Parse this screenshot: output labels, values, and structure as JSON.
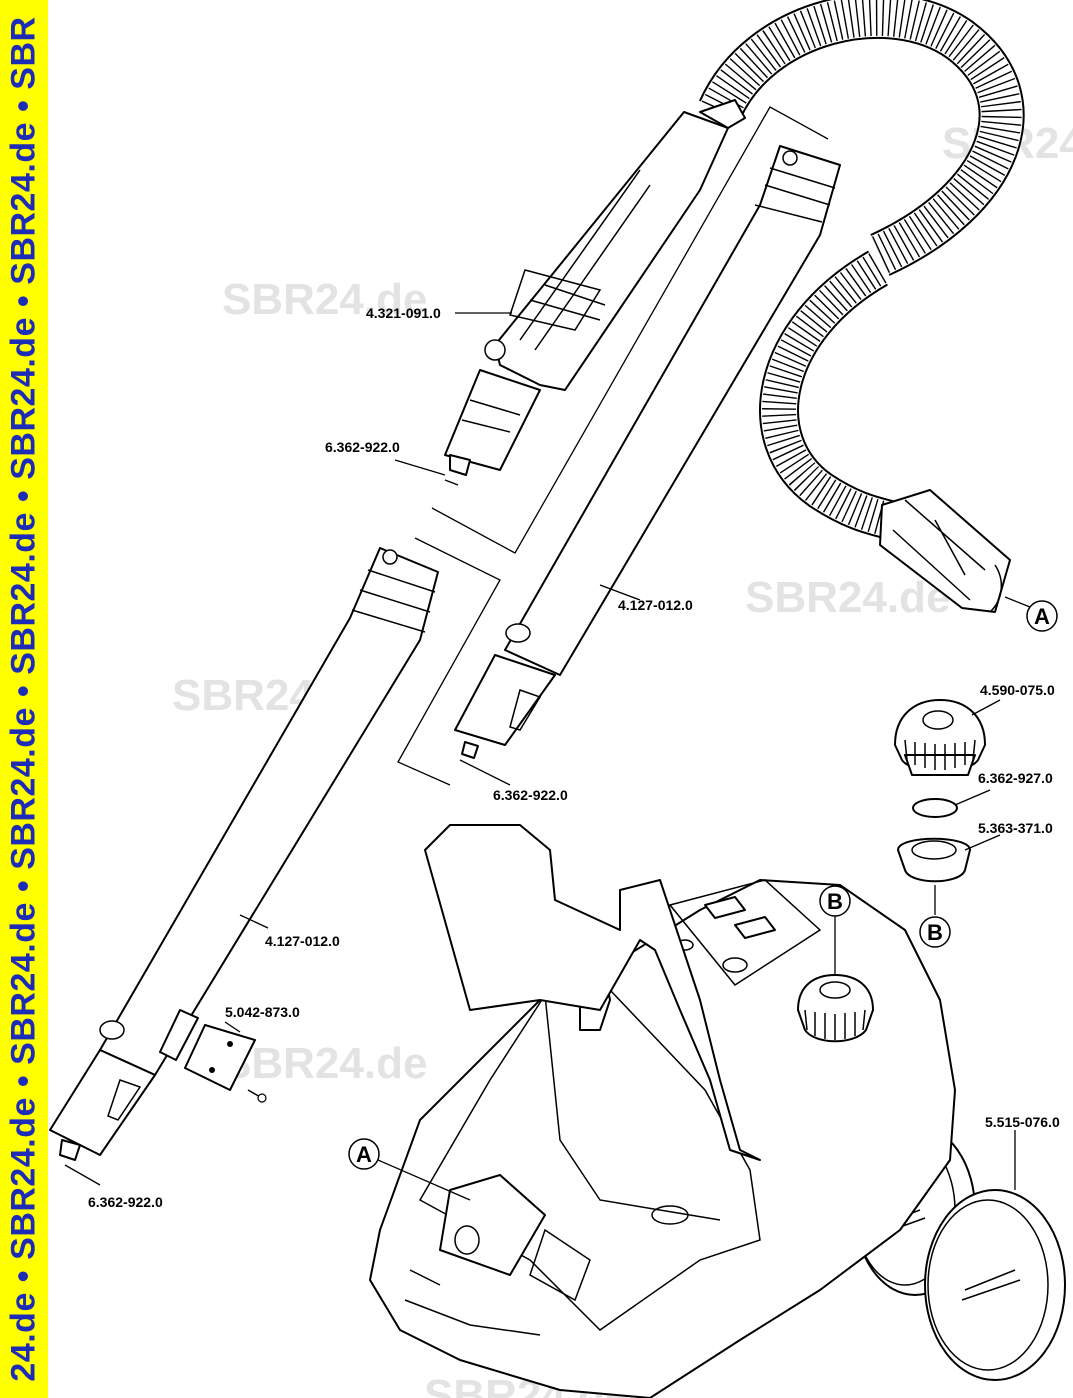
{
  "sidebar": {
    "text": "24.de • SBR24.de • SBR24.de • SBR24.de • SBR24.de • SBR24.de • SBR24.de • SBR",
    "background": "#ffff00",
    "color": "#1c2bb8"
  },
  "watermarks": [
    "SBR24.de",
    "SBR24.de",
    "SBR24.de",
    "SBR24.de",
    "SBR24.de",
    "SBR24.de"
  ],
  "labels": {
    "handle": "4.321-091.0",
    "oring_top": "6.362-922.0",
    "tube_upper": "4.127-012.0",
    "oring_mid": "6.362-922.0",
    "tube_lower": "4.127-012.0",
    "clip": "5.042-873.0",
    "oring_bottom": "6.362-922.0",
    "cap": "4.590-075.0",
    "oring_cap": "6.362-927.0",
    "seal": "5.363-371.0",
    "wheel": "5.515-076.0"
  },
  "callouts": {
    "a_hose": "A",
    "a_unit": "A",
    "b_cap": "B",
    "b_unit": "B"
  }
}
